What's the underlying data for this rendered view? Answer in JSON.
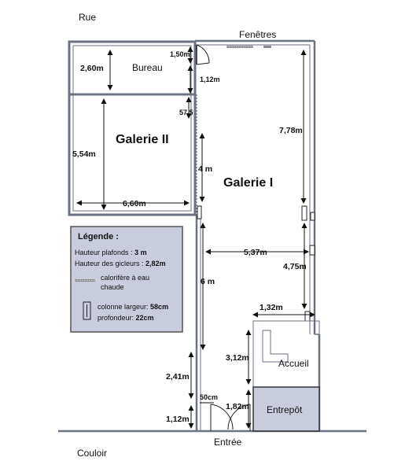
{
  "labels": {
    "rue": "Rue",
    "couloir": "Couloir",
    "entree": "Entrée",
    "fenetres": "Fenêtres"
  },
  "rooms": {
    "bureau": "Bureau",
    "galerie2": "Galerie II",
    "galerie1": "Galerie I",
    "accueil": "Accueil",
    "entrepot": "Entrepôt"
  },
  "dimensions": {
    "bureau_depth": "2,60m",
    "door_1_50": "1,50m",
    "gap_1_12_top": "1,12m",
    "gap_57_5": "57,5",
    "galerie2_depth": "5,54m",
    "galerie2_width": "6,60m",
    "wall_4m": "4 m",
    "galerie1_right_7_78": "7,78m",
    "galerie1_width_5_37": "5,37m",
    "right_4_75": "4,75m",
    "wall_6m": "6 m",
    "accueil_width_1_32": "1,32m",
    "accueil_depth_3_12": "3,12m",
    "left_2_41": "2,41m",
    "door_50cm": "50cm",
    "entrepot_1_82": "1,82m",
    "bottom_1_12": "1,12m"
  },
  "legend": {
    "title": "Légende :",
    "plafonds_label": "Hauteur plafonds : ",
    "plafonds_value": "3 m",
    "gicleurs_label": "Hauteur des gicleurs : ",
    "gicleurs_value": "2,82m",
    "calorifere_line1": "calorifère à eau",
    "calorifere_line2": "chaude",
    "colonne_line1_label": "colonne largeur: ",
    "colonne_line1_value": "58cm",
    "colonne_line2_label": "profondeur: ",
    "colonne_line2_value": "22cm"
  },
  "colors": {
    "wall": "#6b7280",
    "legend_bg": "#c9ccdb",
    "entrepot_bg": "#c9ccdb",
    "radiator": "#8a8a8a"
  }
}
